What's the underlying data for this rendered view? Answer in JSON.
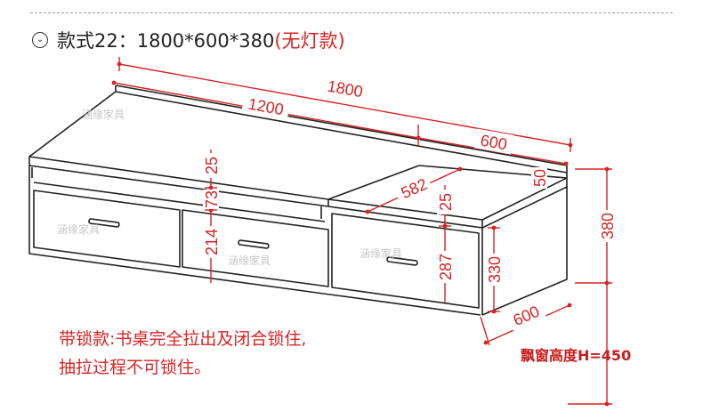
{
  "heading": {
    "icon": "circle-chevron-down-icon",
    "main": "款式22：1800*600*380",
    "suffix": "(无灯款)"
  },
  "dimensions": {
    "total_width": "1800",
    "left_width": "1200",
    "right_width": "600",
    "backboard_height": "50",
    "right_top_depth": "582",
    "top_panel": "25",
    "right_top_panel": "25",
    "drawer_gap": "73",
    "drawer_height": "214",
    "right_drawer_height": "287",
    "cabinet_inner_height": "330",
    "depth": "600",
    "total_height": "380"
  },
  "watermarks": [
    "涵缘家具",
    "涵缘家具",
    "涵缘家具",
    "涵缘家具"
  ],
  "notes": {
    "line1": "带锁款:书桌完全拉出及闭合锁住,",
    "line2": "抽拉过程不可锁住。"
  },
  "bay_window": "飘窗高度H=450",
  "colors": {
    "accent": "#d62424",
    "line": "#222222"
  }
}
